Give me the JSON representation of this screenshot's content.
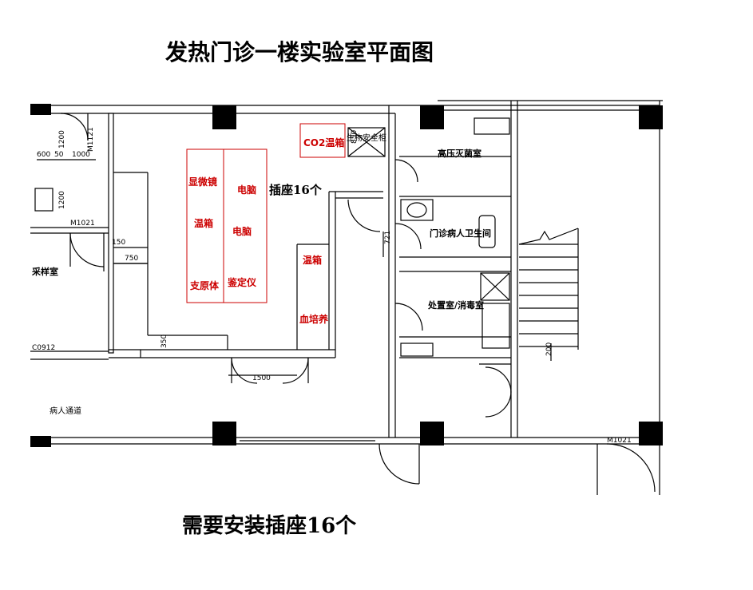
{
  "title": "发热门诊一楼实验室平面图",
  "footer_note": "需要安装插座16个",
  "socket_note": "插座16个",
  "equipment": {
    "microscope": "显微镜",
    "computer_1": "电脑",
    "incubator_1": "温箱",
    "computer_2": "电脑",
    "mycoplasma": "支原体",
    "identifier": "鉴定仪",
    "incubator_2": "温箱",
    "blood_culture": "血培养",
    "co2_incubator": "CO2温箱",
    "biosafety_cabinet": "生物安全柜"
  },
  "rooms": {
    "autoclave": "高压灭菌室",
    "patient_toilet": "门诊病人卫生间",
    "disposal_room": "处置室/消毒室",
    "sampling_room": "采样室",
    "patient_corridor": "病人通道"
  },
  "dimensions": {
    "d600": "600",
    "d50": "50",
    "d1000": "1000",
    "d1200a": "1200",
    "d1200b": "1200",
    "d150": "150",
    "d750": "750",
    "d350": "350",
    "d1500": "1500",
    "d721": "721",
    "d200": "200",
    "d850": "850"
  },
  "door_codes": {
    "m1121": "M1121",
    "m1021_left": "M1021",
    "m1021_right": "M1021",
    "c0912": "C0912"
  }
}
